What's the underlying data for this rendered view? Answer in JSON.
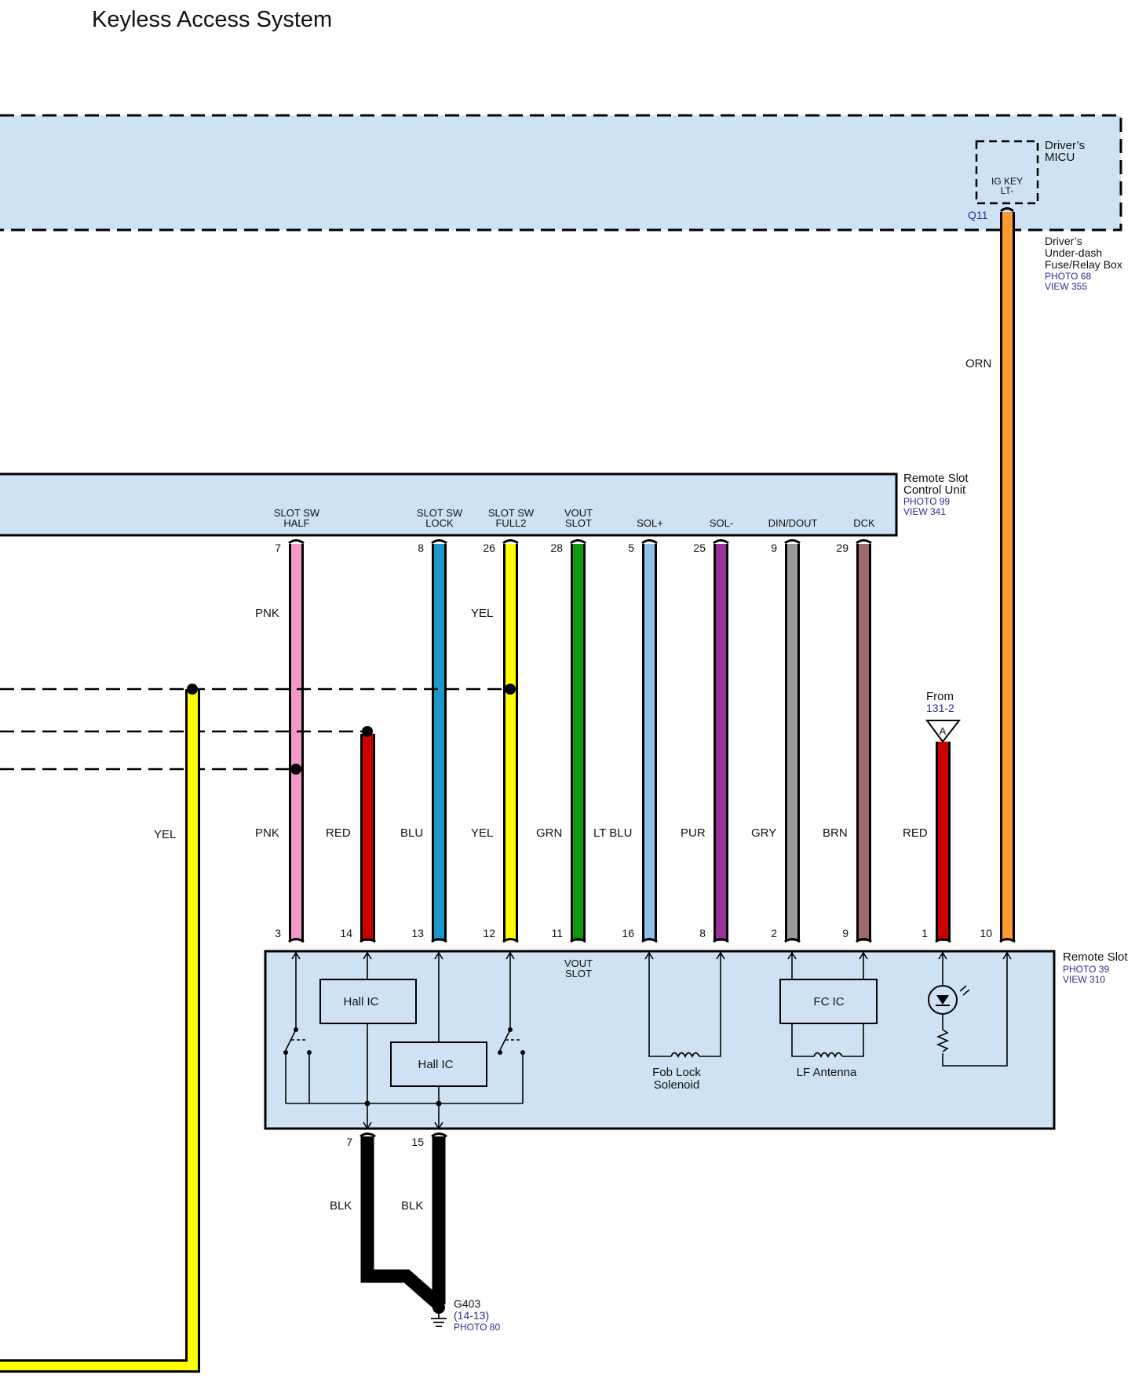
{
  "title": "Keyless Access System",
  "micu": {
    "name_line1": "Driver’s",
    "name_line2": "MICU",
    "inner_line1": "IG KEY",
    "inner_line2": "LT-",
    "pin_ref": "Q11"
  },
  "fuse_box": {
    "line1": "Driver’s",
    "line2": "Under-dash",
    "line3": "Fuse/Relay Box",
    "photo": "PHOTO 68",
    "view": "VIEW 355"
  },
  "orn_label": "ORN",
  "control_unit": {
    "line1": "Remote Slot",
    "line2": "Control Unit",
    "photo": "PHOTO 99",
    "view": "VIEW 341",
    "terminals": [
      {
        "l1": "SLOT SW",
        "l2": "HALF",
        "pin": "7"
      },
      {
        "l1": "SLOT SW",
        "l2": "LOCK",
        "pin": "8"
      },
      {
        "l1": "SLOT SW",
        "l2": "FULL2",
        "pin": "26"
      },
      {
        "l1": "VOUT",
        "l2": "SLOT",
        "pin": "28"
      },
      {
        "l1": "",
        "l2": "SOL+",
        "pin": "5"
      },
      {
        "l1": "",
        "l2": "SOL-",
        "pin": "25"
      },
      {
        "l1": "",
        "l2": "DIN/DOUT",
        "pin": "9"
      },
      {
        "l1": "",
        "l2": "DCK",
        "pin": "29"
      }
    ]
  },
  "upper_wire_labels": {
    "pnk": "PNK",
    "yel": "YEL"
  },
  "from_ref": {
    "label": "From",
    "ref": "131-2",
    "symbol": "A"
  },
  "wire_colors_mid": [
    "PNK",
    "RED",
    "BLU",
    "YEL",
    "GRN",
    "LT BLU",
    "PUR",
    "GRY",
    "BRN",
    "RED"
  ],
  "left_yel_label": "YEL",
  "remote_slot": {
    "name": "Remote Slot",
    "photo": "PHOTO 39",
    "view": "VIEW 310",
    "top_pins": [
      "3",
      "14",
      "13",
      "12",
      "11",
      "16",
      "8",
      "2",
      "9",
      "1",
      "10"
    ],
    "vout_l1": "VOUT",
    "vout_l2": "SLOT",
    "hall_ic_1": "Hall IC",
    "hall_ic_2": "Hall IC",
    "fc_ic": "FC IC",
    "fob_l1": "Fob Lock",
    "fob_l2": "Solenoid",
    "lf_antenna": "LF Antenna",
    "bottom_pins": [
      "7",
      "15"
    ]
  },
  "ground_wires": [
    "BLK",
    "BLK"
  ],
  "ground": {
    "name": "G403",
    "ref": "(14-13)",
    "photo": "PHOTO 80"
  },
  "colors": {
    "panel": "#cfe2f3",
    "pnk": "#f49ac9",
    "red": "#cc0000",
    "blu": "#1b97c9",
    "yel": "#ffff00",
    "grn": "#0c990c",
    "ltblu": "#8fc1ea",
    "pur": "#993399",
    "gry": "#999999",
    "brn": "#9c6b6b",
    "orn": "#ff9933",
    "blk": "#000000"
  }
}
